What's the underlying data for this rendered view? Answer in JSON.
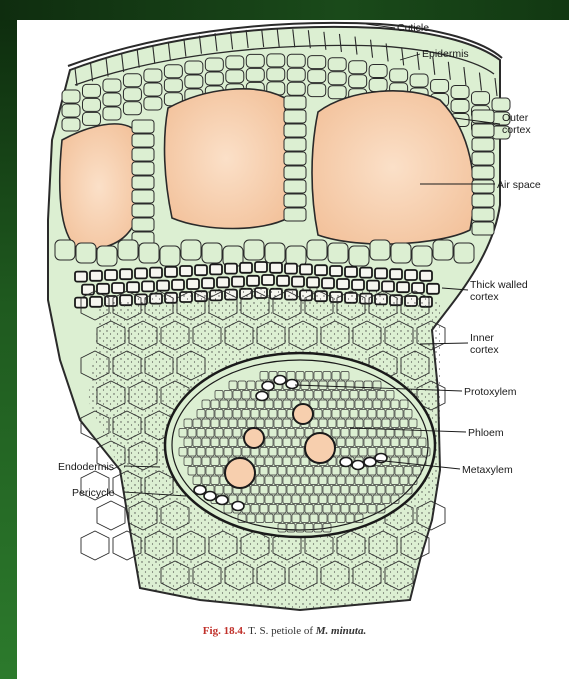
{
  "labels": {
    "cuticle": "Cuticle",
    "epidermis": "Epidermis",
    "outer_cortex_1": "Outer",
    "outer_cortex_2": "cortex",
    "air_space": "Air space",
    "thick_1": "Thick walled",
    "thick_2": "cortex",
    "inner_1": "Inner",
    "inner_2": "cortex",
    "protoxylem": "Protoxylem",
    "phloem": "Phloem",
    "metaxylem": "Metaxylem",
    "endodermis": "Endodermis",
    "pericycle": "Pericycle"
  },
  "caption": {
    "fig_no": "Fig. 18.4.",
    "text": "T. S. petiole of",
    "species": "M. minuta."
  },
  "colors": {
    "cell_fill": "#dcefd2",
    "air_space": "#f7cfae",
    "outline": "#2a2a2a"
  }
}
